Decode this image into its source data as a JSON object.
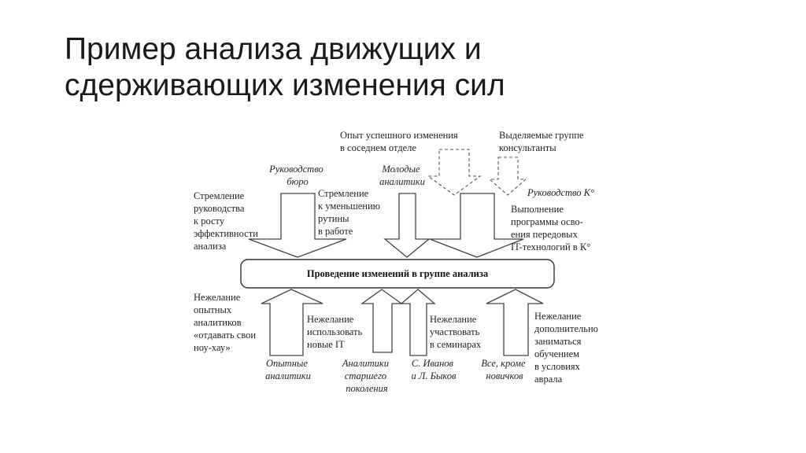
{
  "slide": {
    "title_line1": "Пример анализа движущих и",
    "title_line2": "сдерживающих изменения сил"
  },
  "diagram": {
    "center_bar": "Проведение изменений в группе анализа",
    "driving": {
      "left_notes": [
        "Стремление",
        "руководства",
        "к росту",
        "эффективности",
        "анализа"
      ],
      "source_bureau": [
        "Руководство",
        "бюро"
      ],
      "routine_notes": [
        "Стремление",
        "к уменьшению",
        "рутины",
        "в работе"
      ],
      "source_young": [
        "Молодые",
        "аналитики"
      ],
      "experience_notes": [
        "Опыт успешного изменения",
        "в соседнем отделе"
      ],
      "consultants_notes": [
        "Выделяемые группе",
        "консультанты"
      ],
      "source_k": "Руководство К°",
      "program_notes": [
        "Выполнение",
        "программы осво-",
        "ения передовых",
        "IT-технологий в К°"
      ]
    },
    "restraining": {
      "experienced_notes": [
        "Нежелание",
        "опытных",
        "аналитиков",
        "«отдавать свои",
        "ноу-хау»"
      ],
      "source_experienced": [
        "Опытные",
        "аналитики"
      ],
      "it_notes": [
        "Нежелание",
        "использовать",
        "новые IT"
      ],
      "source_senior": [
        "Аналитики",
        "старшего",
        "поколения"
      ],
      "seminar_notes": [
        "Нежелание",
        "участвовать",
        "в семинарах"
      ],
      "source_ivanov": [
        "С. Иванов",
        "и Л. Быков"
      ],
      "training_notes": [
        "Нежелание",
        "дополнительно",
        "заниматься",
        "обучением",
        "в условиях",
        "аврала"
      ],
      "source_all": [
        "Все, кроме",
        "новичков"
      ]
    }
  }
}
